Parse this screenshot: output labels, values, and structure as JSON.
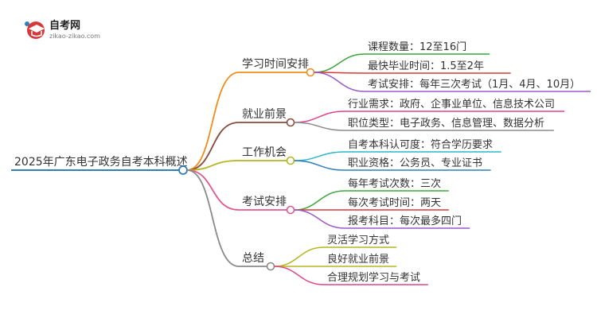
{
  "logo": {
    "title": "自考网",
    "url": "zikao-zikao.com"
  },
  "root": {
    "label": "2025年广东电子政务自考本科概述"
  },
  "branches": [
    {
      "label": "学习时间安排",
      "color": "#f08c1a",
      "leaves": [
        {
          "label": "课程数量：12至16门",
          "color": "#3aa63a"
        },
        {
          "label": "最快毕业时间：1.5至2年",
          "color": "#d93838"
        },
        {
          "label": "考试安排：每年三次考试（1月、4月、10月）",
          "color": "#9b59c8"
        }
      ]
    },
    {
      "label": "就业前景",
      "color": "#8b4a3c",
      "leaves": [
        {
          "label": "行业需求：政府、企事业单位、信息技术公司",
          "color": "#e0458f"
        },
        {
          "label": "职位类型：电子政务、信息管理、数据分析",
          "color": "#8a8a8a"
        }
      ]
    },
    {
      "label": "工作机会",
      "color": "#b5b51e",
      "leaves": [
        {
          "label": "自考本科认可度：符合学历要求",
          "color": "#29b9c9"
        },
        {
          "label": "职业资格：公务员、专业证书",
          "color": "#2f7fb8"
        }
      ]
    },
    {
      "label": "考试安排",
      "color": "#e05a90",
      "leaves": [
        {
          "label": "每年考试次数：三次",
          "color": "#3aa63a"
        },
        {
          "label": "每次考试时间：两天",
          "color": "#d93838"
        },
        {
          "label": "报考科目：每次最多四门",
          "color": "#9b59c8"
        }
      ]
    },
    {
      "label": "总结",
      "color": "#8a8a8a",
      "leaves": [
        {
          "label": "灵活学习方式",
          "color": "#b5b51e"
        },
        {
          "label": "良好就业前景",
          "color": "#b5b51e"
        },
        {
          "label": "合理规划学习与考试",
          "color": "#e0458f"
        }
      ]
    }
  ],
  "colors": {
    "root_line": "#2f7fb8",
    "logo_accent": "#d93838"
  }
}
